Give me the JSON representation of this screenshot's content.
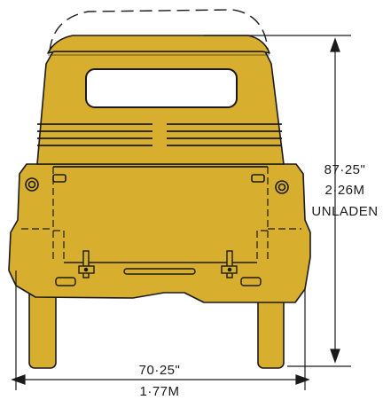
{
  "dimensions": {
    "height_imperial": "87·25\"",
    "height_metric": "2·26M",
    "height_note": "UNLADEN",
    "width_imperial": "70·25\"",
    "width_metric": "1·77M"
  },
  "colors": {
    "body": "#D8AE2E",
    "outline": "#1A1A1A",
    "background": "#FFFFFF"
  }
}
